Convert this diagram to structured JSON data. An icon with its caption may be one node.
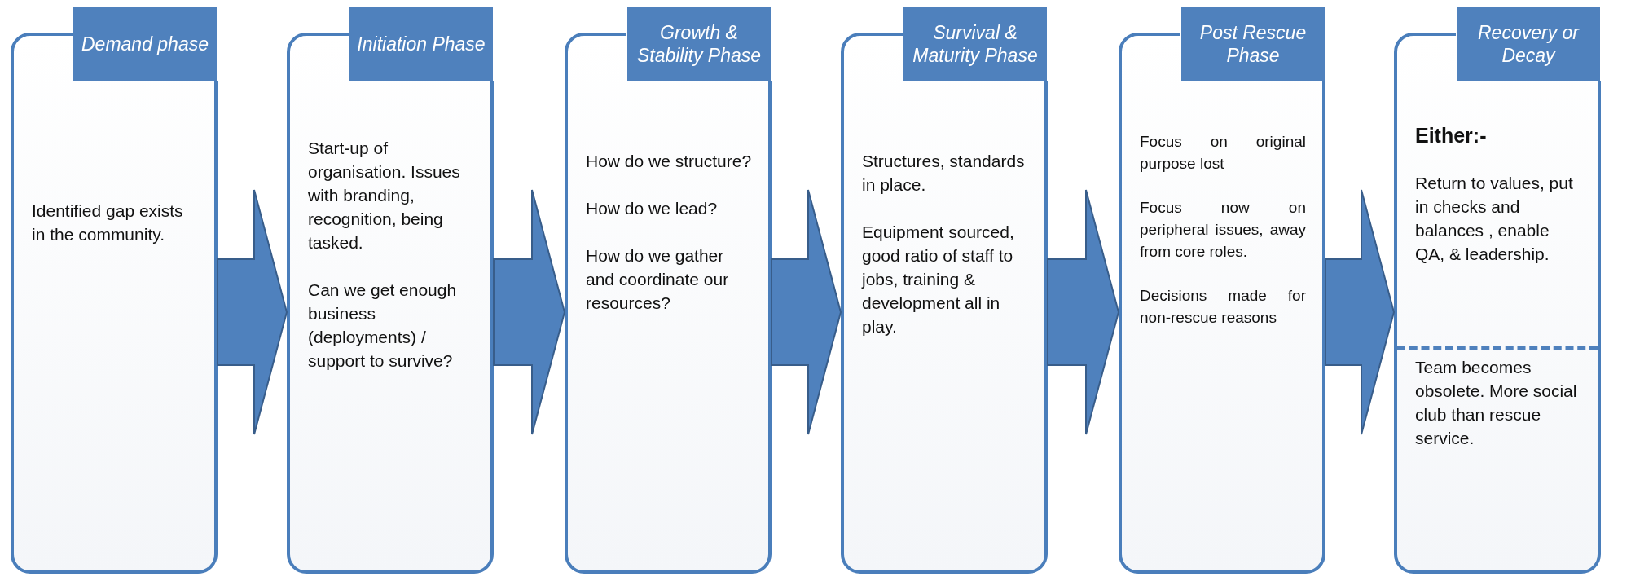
{
  "diagram": {
    "nodes": [
      {
        "text": [
          "Demand phase",
          "Identified gap exists in the community."
        ]
      },
      {
        "text": [
          "Initiation Phase",
          "Start-up of organisation. Issues with branding, recognition, being tasked.",
          "Can we get enough business (deployments) / support to survive?"
        ]
      },
      {
        "text": [
          "Growth & Stability Phase",
          "How do we structure?",
          "How do we lead?",
          "How do we gather and coordinate our resources?"
        ]
      },
      {
        "text": [
          "Survival & Maturity Phase",
          "Structures, standards in place.",
          "Equipment sourced, good ratio of staff to jobs, training & development all in play."
        ]
      },
      {
        "text": [
          "Post Rescue Phase",
          "Focus on original purpose lost",
          "Focus now on peripheral issues, away from core roles.",
          "Decisions made for non-rescue reasons"
        ]
      },
      {
        "text": [
          "Recovery or Decay",
          "Either:-",
          "Return to values, put in checks and balances , enable QA, & leadership.",
          "Team becomes obsolete. More social club than rescue service."
        ]
      }
    ],
    "edges": [
      {
        "from": 0,
        "to": 1,
        "arrow": "to"
      },
      {
        "from": 1,
        "to": 2,
        "arrow": "to"
      },
      {
        "from": 2,
        "to": 3,
        "arrow": "to"
      },
      {
        "from": 3,
        "to": 4,
        "arrow": "to"
      },
      {
        "from": 4,
        "to": 5,
        "arrow": "to"
      }
    ]
  }
}
